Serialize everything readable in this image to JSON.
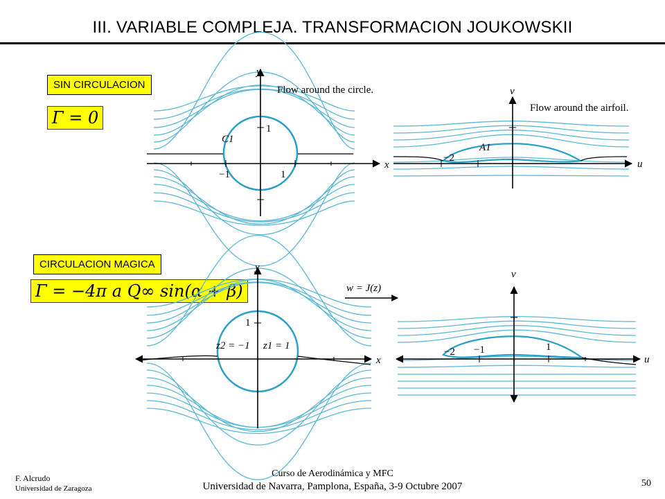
{
  "title": "III. VARIABLE COMPLEJA. TRANSFORMACION JOUKOWSKII",
  "sections": {
    "no_circulation": {
      "label": "SIN CIRCULACION",
      "formula": "Γ = 0"
    },
    "magic_circulation": {
      "label": "CIRCULACION MAGICA",
      "formula": "Γ = −4π a Q∞ sin(α + β)"
    }
  },
  "figures": {
    "circle_top": {
      "caption": "Flow around the circle.",
      "x_axis": "x",
      "y_axis": "y",
      "curve_label": "C1",
      "tick_one_y": "1",
      "tick_minus_one_x": "−1",
      "tick_one_x": "1"
    },
    "airfoil_top": {
      "caption": "Flow around the airfoil.",
      "u_axis": "u",
      "v_axis": "v",
      "curve_label": "A1",
      "tick_minus_two": "−2"
    },
    "circle_bottom": {
      "x_axis": "x",
      "y_axis": "y",
      "tick_one_y": "1",
      "point_z2": "z2 = −1",
      "point_z1": "z1 = 1"
    },
    "mapping": {
      "label": "w = J(z)"
    },
    "airfoil_bottom": {
      "u_axis": "u",
      "v_axis": "v",
      "tick_minus_two": "−2",
      "tick_minus_one": "−1",
      "tick_one": "1"
    }
  },
  "colors": {
    "streamline": "#5bb8d6",
    "highlight": "#ffff00"
  },
  "footer": {
    "author": "F. Alcrudo",
    "affiliation": "Universidad de Zaragoza",
    "course": "Curso de Aerodinámica y MFC",
    "venue": "Universidad de Navarra, Pamplona, España, 3-9 Octubre 2007",
    "page_number": "50"
  }
}
